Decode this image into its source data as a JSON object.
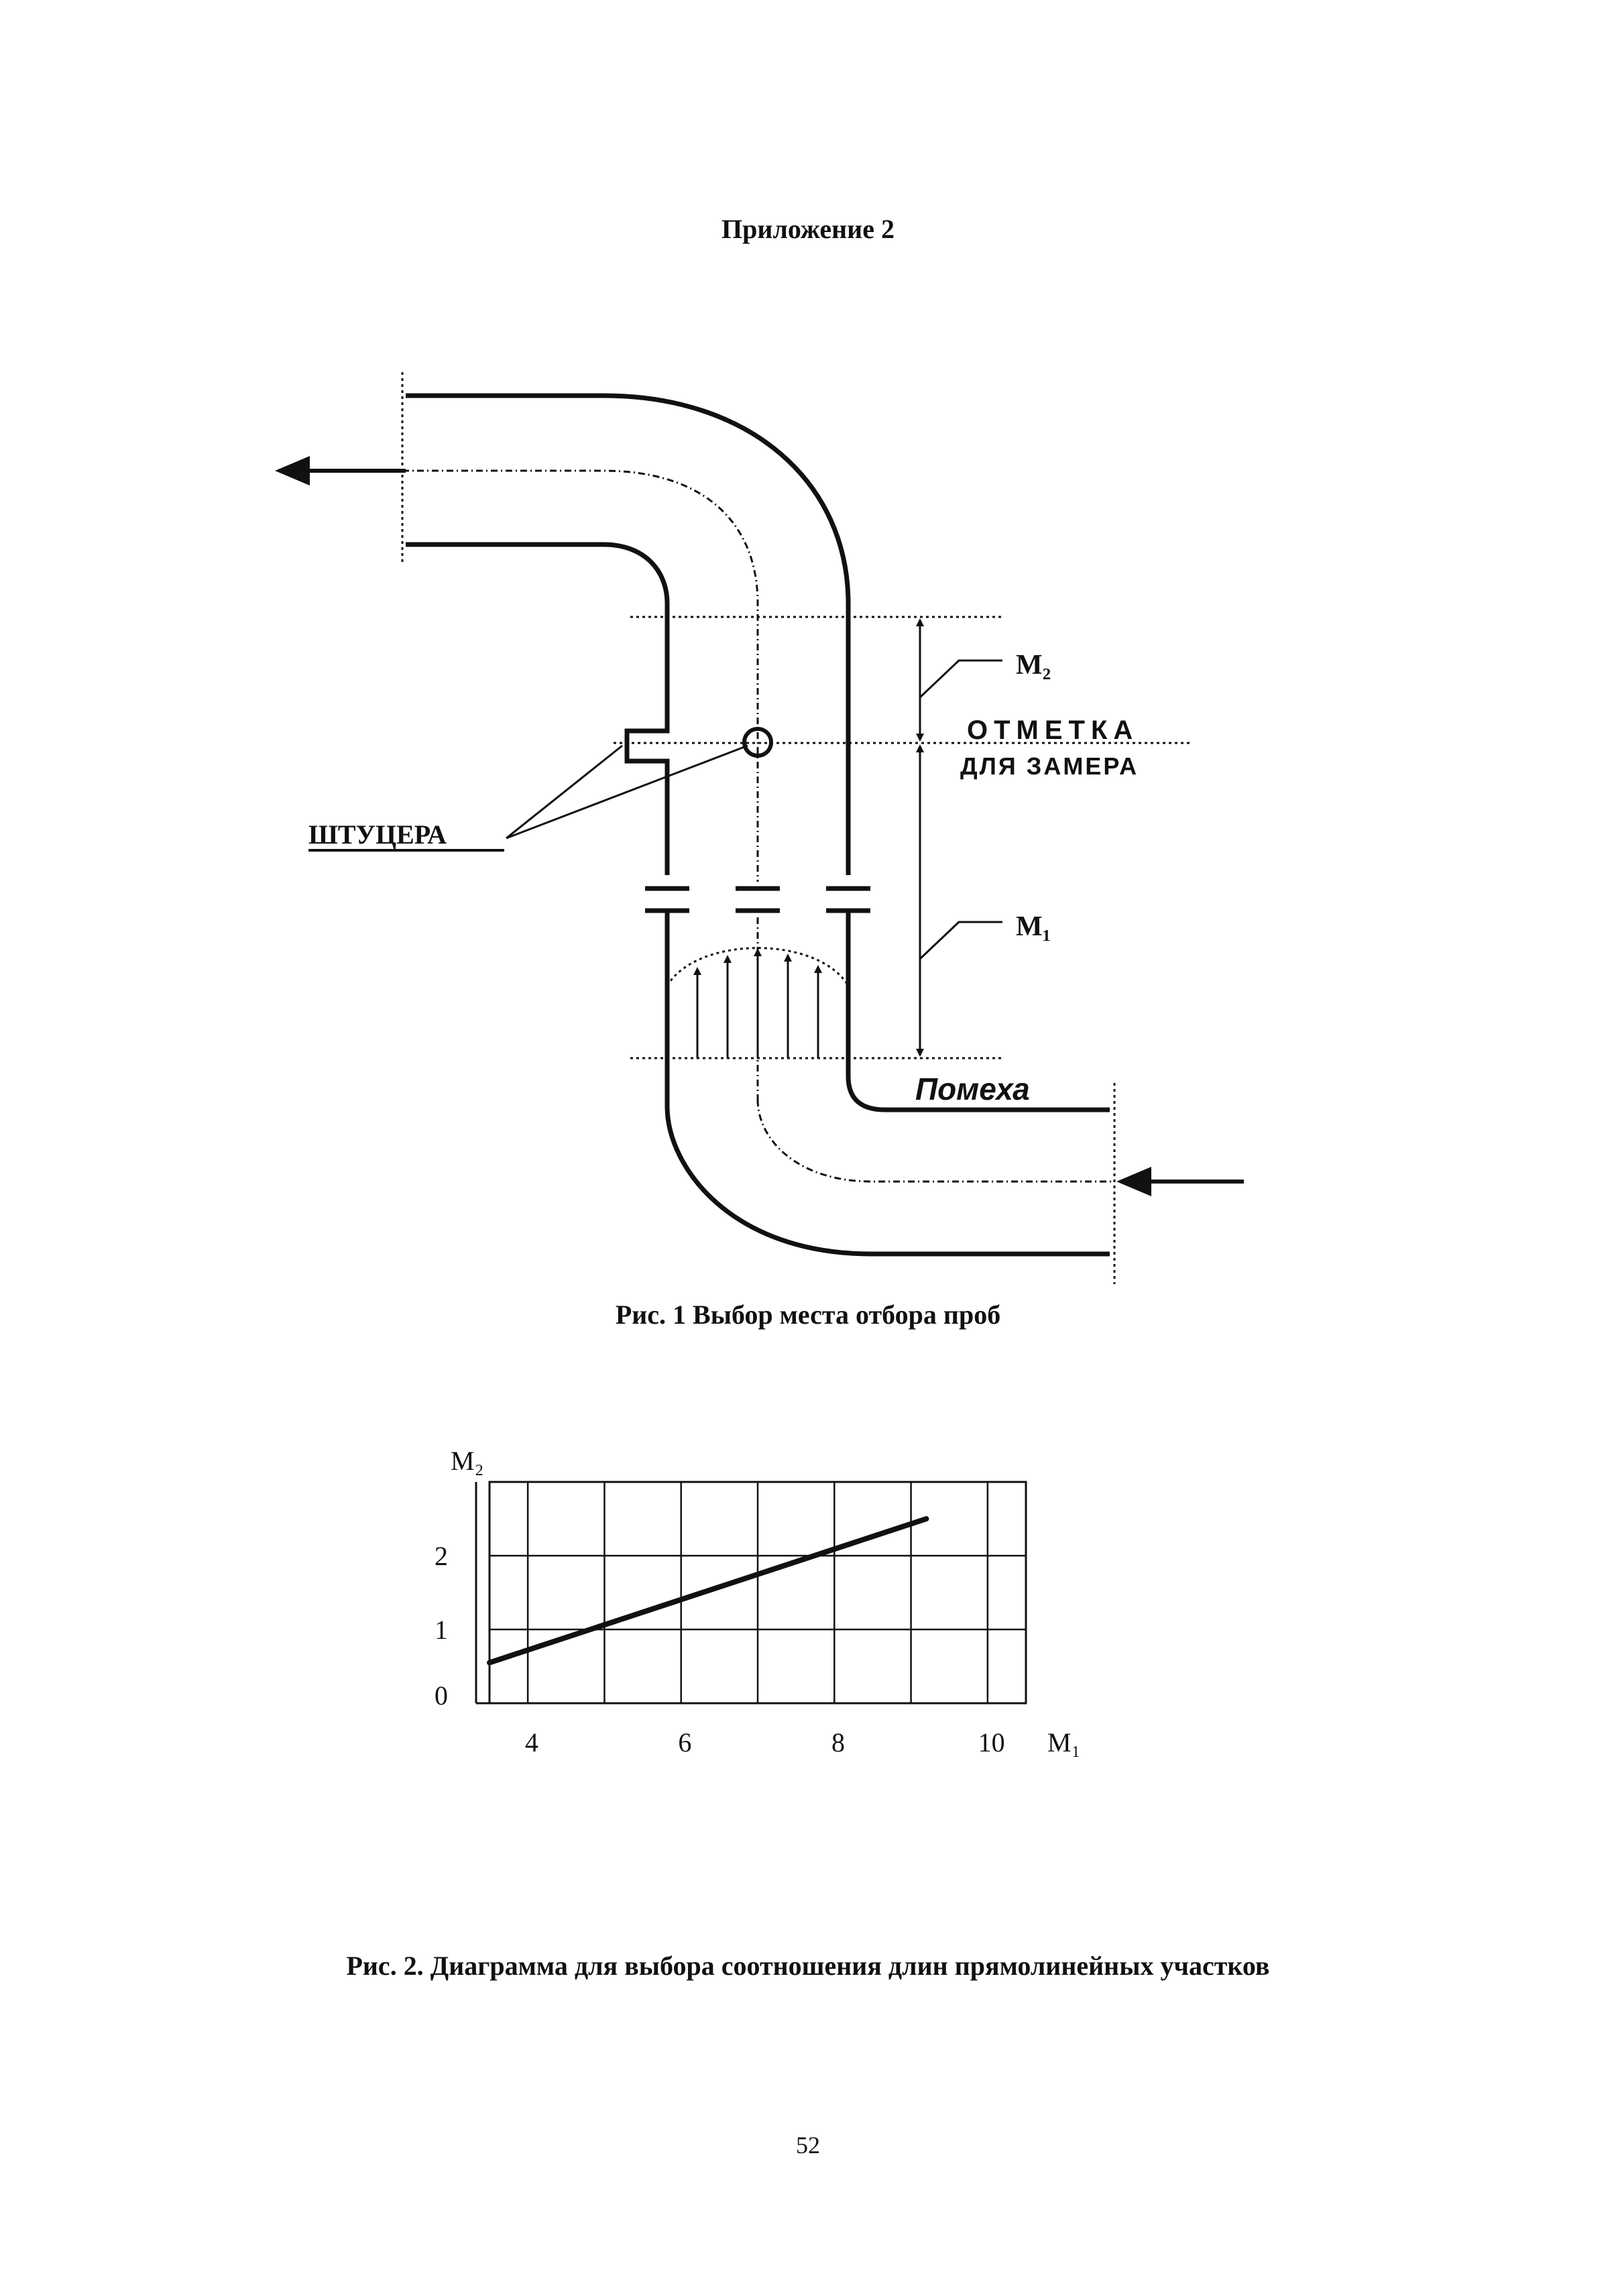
{
  "page": {
    "appendix_title": "Приложение 2",
    "page_number": "52"
  },
  "figure1": {
    "caption": "Рис. 1 Выбор места отбора проб",
    "labels": {
      "m2": "M₂",
      "m1": "M₁",
      "mark_line1": "ОТМЕТКА",
      "mark_line2": "ДЛЯ ЗАМЕРА",
      "fittings": "ШТУЦЕРА",
      "disturbance": "Помеха"
    }
  },
  "figure2": {
    "caption": "Рис. 2. Диаграмма для выбора соотношения длин прямолинейных участков"
  },
  "chart_data": {
    "type": "line",
    "title": "",
    "xlabel": "M₁",
    "ylabel": "M₂",
    "xlim": [
      3,
      10
    ],
    "ylim": [
      0,
      3
    ],
    "x_ticks": [
      4,
      6,
      8,
      10
    ],
    "y_ticks": [
      0,
      1,
      2
    ],
    "grid": true,
    "series": [
      {
        "x": [
          3,
          8.7
        ],
        "y": [
          0.55,
          2.5
        ]
      }
    ]
  }
}
